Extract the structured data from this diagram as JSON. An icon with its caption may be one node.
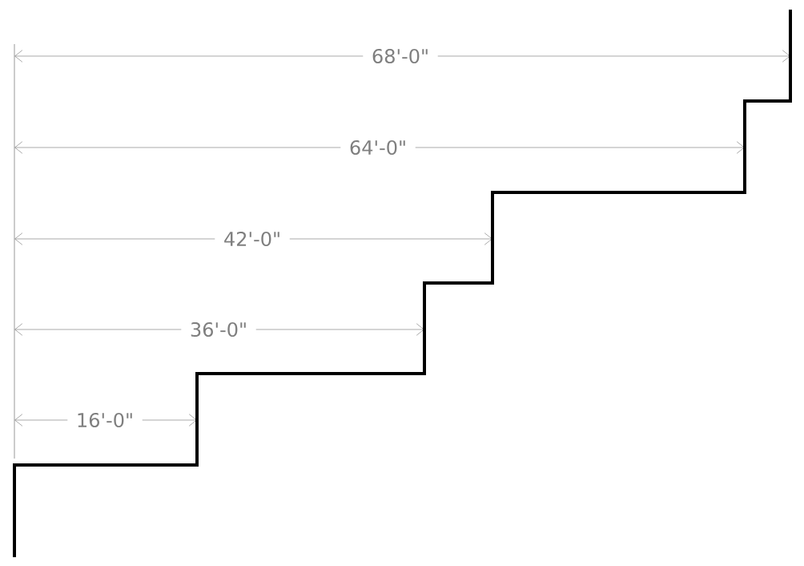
{
  "diagram": {
    "labels": [
      "68'-0\"",
      "64'-0\"",
      "42'-0\"",
      "36'-0\"",
      "16'-0\""
    ]
  }
}
